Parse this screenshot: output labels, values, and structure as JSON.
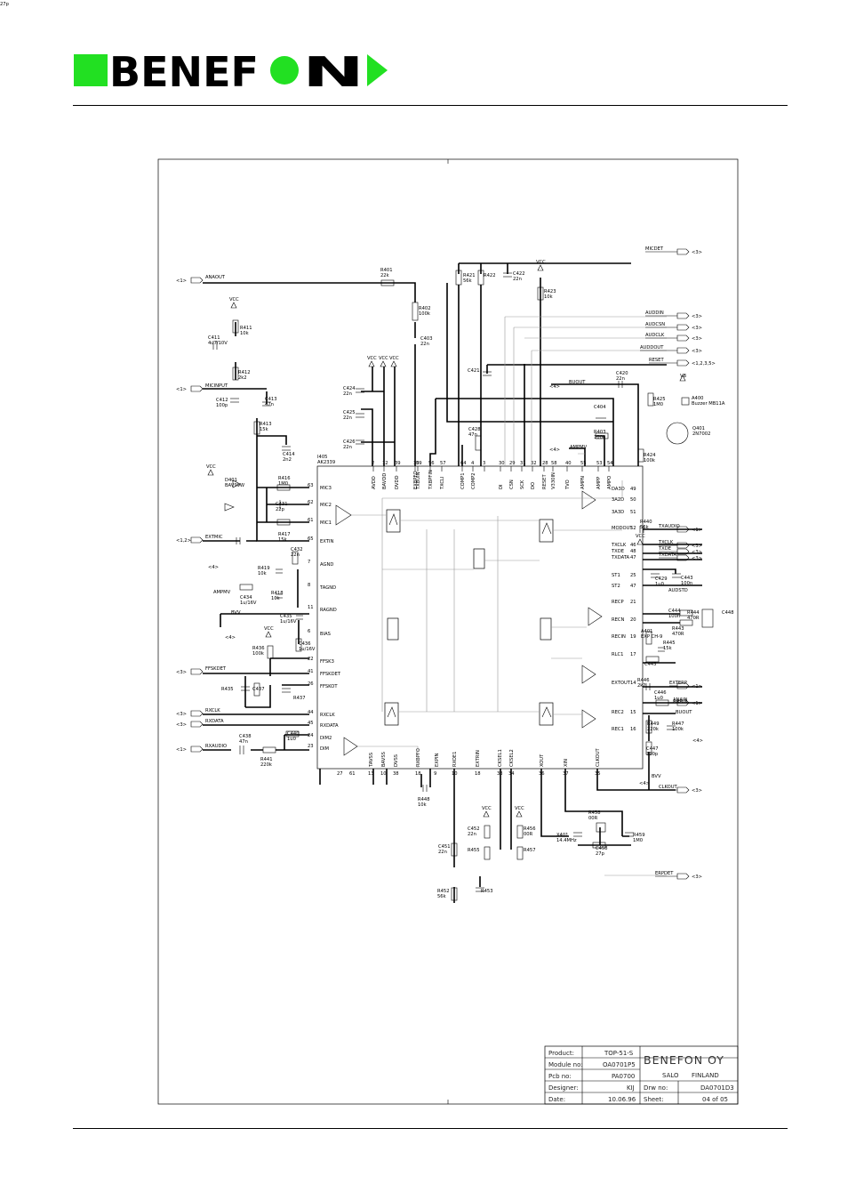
{
  "brand": {
    "name_left": "BENEF",
    "name_right": "N",
    "accent_color": "#22e022"
  },
  "ic": {
    "designator": "I405",
    "part": "AK2339"
  },
  "top_pins": [
    {
      "num": "2",
      "name": "AVDD"
    },
    {
      "num": "12",
      "name": "BAVDD"
    },
    {
      "num": "39",
      "name": "DVDD"
    },
    {
      "num": "30",
      "name": "EXBPFO"
    },
    {
      "num": "59",
      "name": "TXBUIN"
    },
    {
      "num": "56",
      "name": "TXBPFIN"
    },
    {
      "num": "57",
      "name": "TXCLI"
    },
    {
      "num": "64",
      "name": "COMP1"
    },
    {
      "num": "4",
      "name": "COMP2"
    },
    {
      "num": "3",
      "name": ""
    },
    {
      "num": "30",
      "name": "DI"
    },
    {
      "num": "29",
      "name": "CSN"
    },
    {
      "num": "31",
      "name": "SCK"
    },
    {
      "num": "32",
      "name": "DO"
    },
    {
      "num": "28",
      "name": "RESET"
    },
    {
      "num": "58",
      "name": "V330IN"
    },
    {
      "num": "40",
      "name": "TVO"
    },
    {
      "num": "55",
      "name": "AMPN"
    },
    {
      "num": "53",
      "name": "AMPP"
    },
    {
      "num": "54",
      "name": "AMPO"
    }
  ],
  "left_pins": [
    {
      "num": "63",
      "name": "MIC3"
    },
    {
      "num": "62",
      "name": "MIC2"
    },
    {
      "num": "61",
      "name": "MIC1"
    },
    {
      "num": "65",
      "name": "EXTIN"
    },
    {
      "num": "7",
      "name": "AGND"
    },
    {
      "num": "8",
      "name": "TAGND"
    },
    {
      "num": "11",
      "name": "RAGND"
    },
    {
      "num": "6",
      "name": "BIAS"
    },
    {
      "num": "22",
      "name": "FFSK3"
    },
    {
      "num": "41",
      "name": "FFSKDET"
    },
    {
      "num": "26",
      "name": "FFSKOT"
    },
    {
      "num": "44",
      "name": "RXCLK"
    },
    {
      "num": "45",
      "name": "RXDATA"
    },
    {
      "num": "24",
      "name": "DIM2"
    },
    {
      "num": "23",
      "name": "DIM"
    }
  ],
  "bottom_pins": [
    {
      "num": "27",
      "name": ""
    },
    {
      "num": "61",
      "name": ""
    },
    {
      "num": "13",
      "name": "TAVSS"
    },
    {
      "num": "10",
      "name": "BAVSS"
    },
    {
      "num": "38",
      "name": "DVSS"
    },
    {
      "num": "18",
      "name": "RXBPFO"
    },
    {
      "num": "9",
      "name": "EXPIN"
    },
    {
      "num": "10",
      "name": "RXOE1"
    },
    {
      "num": "18",
      "name": "EXTRIN"
    },
    {
      "num": "33",
      "name": "CKSEL1"
    },
    {
      "num": "34",
      "name": "CKSEL2"
    },
    {
      "num": "36",
      "name": "XOUT"
    },
    {
      "num": "37",
      "name": "XIN"
    },
    {
      "num": "35",
      "name": "CLKOUT"
    }
  ],
  "right_pins": [
    {
      "num": "49",
      "name": "DA3D"
    },
    {
      "num": "50",
      "name": "3A2D"
    },
    {
      "num": "51",
      "name": "3A3D"
    },
    {
      "num": "52",
      "name": "MODOUT"
    },
    {
      "num": "46",
      "name": "TXCLK"
    },
    {
      "num": "48",
      "name": "TXDE"
    },
    {
      "num": "47",
      "name": "TXDATA"
    },
    {
      "num": "25",
      "name": "ST1"
    },
    {
      "num": "47",
      "name": "ST2"
    },
    {
      "num": "21",
      "name": "RECP"
    },
    {
      "num": "20",
      "name": "RECN"
    },
    {
      "num": "19",
      "name": "RECIN"
    },
    {
      "num": "17",
      "name": "RLC1"
    },
    {
      "num": "14",
      "name": "EXTOUT"
    },
    {
      "num": "15",
      "name": "REC2"
    },
    {
      "num": "16",
      "name": "REC1"
    }
  ],
  "left_signals": [
    {
      "ref": "<1>",
      "name": "ANAOUT"
    },
    {
      "ref": "<1>",
      "name": "MICINPUT"
    },
    {
      "ref": "<1,2>",
      "name": "EXTMIC"
    },
    {
      "ref": "<3>",
      "name": "FFSKDET"
    },
    {
      "ref": "<3>",
      "name": "RXCLK"
    },
    {
      "ref": "<3>",
      "name": "RXDATA"
    },
    {
      "ref": "<1>",
      "name": "RXAUDIO"
    }
  ],
  "right_signals": [
    {
      "name": "MICDET",
      "ref": "<3>"
    },
    {
      "name": "AUDDIN",
      "ref": "<3>"
    },
    {
      "name": "AUDCSN",
      "ref": "<3>"
    },
    {
      "name": "AUDCLK",
      "ref": "<3>"
    },
    {
      "name": "AUDDOUT",
      "ref": "<3>"
    },
    {
      "name": "RESET",
      "ref": "<1,2,3,5>"
    },
    {
      "name": "TXAUDIO",
      "ref": "<1>"
    },
    {
      "name": "TXCLK",
      "ref": "<3>"
    },
    {
      "name": "TXDE",
      "ref": "<3>"
    },
    {
      "name": "TXDATA",
      "ref": "<3>"
    },
    {
      "name": "EXTERP",
      "ref": "<1>"
    },
    {
      "name": "ANAIN",
      "ref": "<1>"
    },
    {
      "name": "CLKOUT",
      "ref": "<3>"
    },
    {
      "name": "ERPDET",
      "ref": "<3>"
    }
  ],
  "net_labels": {
    "vcc": "VCC",
    "vb": "VB",
    "bvv": "BVV",
    "buout": "BUOUT",
    "ampmv": "AMPMV",
    "audstd": "AUDSTD",
    "anain": "ANAIN",
    "buout_ref": "<4>",
    "bvv_ref": "<4>",
    "ampmv_ref": "<4>",
    "rec_ref": "<4>"
  },
  "components": [
    {
      "ref": "R401",
      "value": "22k"
    },
    {
      "ref": "R402",
      "value": "100k"
    },
    {
      "ref": "C403",
      "value": "22n"
    },
    {
      "ref": "R421",
      "value": "56k"
    },
    {
      "ref": "R422",
      "value": ""
    },
    {
      "ref": "C422",
      "value": "22n"
    },
    {
      "ref": "R423",
      "value": "10k"
    },
    {
      "ref": "R411",
      "value": "10k"
    },
    {
      "ref": "C411",
      "value": "4u7/10V"
    },
    {
      "ref": "R412",
      "value": "2k2"
    },
    {
      "ref": "C412",
      "value": "100p"
    },
    {
      "ref": "C413",
      "value": "47n"
    },
    {
      "ref": "R413",
      "value": "15k"
    },
    {
      "ref": "C414",
      "value": "2n2"
    },
    {
      "ref": "C424",
      "value": "22n"
    },
    {
      "ref": "C425",
      "value": "22n"
    },
    {
      "ref": "C426",
      "value": "22n"
    },
    {
      "ref": "C421",
      "value": ""
    },
    {
      "ref": "C420",
      "value": "22n"
    },
    {
      "ref": "R425",
      "value": "1M0"
    },
    {
      "ref": "C404",
      "value": ""
    },
    {
      "ref": "R403",
      "value": "100k"
    },
    {
      "ref": "C428",
      "value": "47n"
    },
    {
      "ref": "R424",
      "value": "100k"
    },
    {
      "ref": "A400",
      "value": "Buzzer MB11A"
    },
    {
      "ref": "Q401",
      "value": "2N7002"
    },
    {
      "ref": "D401",
      "value": "BAV99W"
    },
    {
      "ref": "R416",
      "value": "1M0"
    },
    {
      "ref": "C431",
      "value": "22p"
    },
    {
      "ref": "R417",
      "value": "15k"
    },
    {
      "ref": "C432",
      "value": "22n"
    },
    {
      "ref": "R419",
      "value": "10k"
    },
    {
      "ref": "C434",
      "value": "1u/16V"
    },
    {
      "ref": "R418",
      "value": "10k"
    },
    {
      "ref": "C435",
      "value": "1u/16V"
    },
    {
      "ref": "C436",
      "value": "1u/16V"
    },
    {
      "ref": "R436",
      "value": "100k"
    },
    {
      "ref": "R435",
      "value": ""
    },
    {
      "ref": "C437",
      "value": ""
    },
    {
      "ref": "R437",
      "value": ""
    },
    {
      "ref": "C438",
      "value": "47n"
    },
    {
      "ref": "C440",
      "value": "1u0"
    },
    {
      "ref": "R441",
      "value": "220k"
    },
    {
      "ref": "R440",
      "value": "56k"
    },
    {
      "ref": "C429",
      "value": "1u0"
    },
    {
      "ref": "C443",
      "value": "100n"
    },
    {
      "ref": "C444",
      "value": "100n"
    },
    {
      "ref": "R443",
      "value": "470R"
    },
    {
      "ref": "R444",
      "value": "470R"
    },
    {
      "ref": "C448",
      "value": ""
    },
    {
      "ref": "A401",
      "value": "EXP CH-9"
    },
    {
      "ref": "R445",
      "value": "15k"
    },
    {
      "ref": "C445",
      "value": ""
    },
    {
      "ref": "R446",
      "value": "2k2"
    },
    {
      "ref": "C446",
      "value": "1u0"
    },
    {
      "ref": "R449",
      "value": "220k"
    },
    {
      "ref": "R447",
      "value": "100k"
    },
    {
      "ref": "C447",
      "value": "330p"
    },
    {
      "ref": "R448",
      "value": "10k"
    },
    {
      "ref": "C451",
      "value": "22n"
    },
    {
      "ref": "R452",
      "value": "56k"
    },
    {
      "ref": "R453",
      "value": ""
    },
    {
      "ref": "C452",
      "value": "22n"
    },
    {
      "ref": "R455",
      "value": ""
    },
    {
      "ref": "R456",
      "value": "00R"
    },
    {
      "ref": "R457",
      "value": ""
    },
    {
      "ref": "R458",
      "value": "00R"
    },
    {
      "ref": "X401",
      "value": "14.4MHz"
    },
    {
      "ref": "C458",
      "value": "27p"
    },
    {
      "ref": "R459",
      "value": "1M0"
    },
    {
      "ref": "C459",
      "value": "27p"
    }
  ],
  "title_block": {
    "product_label": "Product:",
    "product": "TOP-51-S",
    "module_label": "Module no:",
    "module": "OA0701P5",
    "pcb_label": "Pcb no:",
    "pcb": "PA0700",
    "designer_label": "Designer:",
    "designer": "KIJ",
    "date_label": "Date:",
    "date": "10.06.96",
    "company": "BENEFON OY",
    "city": "SALO",
    "country": "FINLAND",
    "drw_label": "Drw no:",
    "drw": "DA0701D3",
    "sheet_label": "Sheet:",
    "sheet": "04 of 05"
  }
}
